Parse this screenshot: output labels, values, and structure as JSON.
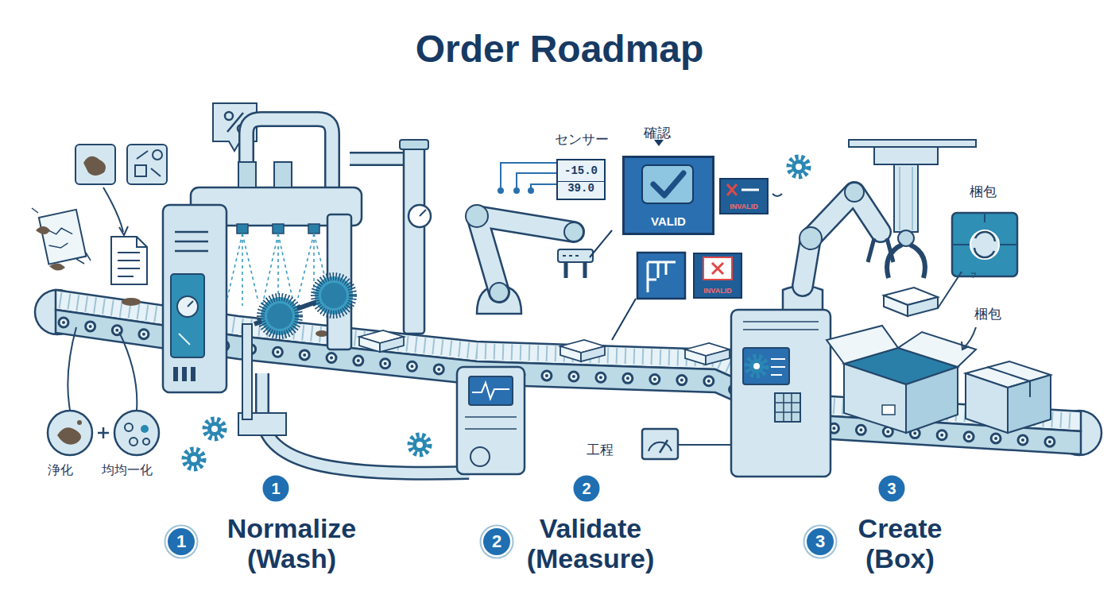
{
  "diagram": {
    "title": "Order Roadmap",
    "nodes": [
      {
        "text": [
          "-15.0",
          "39.0"
        ]
      },
      {
        "text": [
          "VALID"
        ]
      },
      {
        "text": [
          "INVALID"
        ]
      },
      {
        "text": [
          "INVALID"
        ]
      },
      {
        "text": [
          "1"
        ]
      },
      {
        "text": [
          "2"
        ]
      },
      {
        "text": [
          "3"
        ]
      },
      {
        "text": [
          "1"
        ]
      },
      {
        "text": [
          "2"
        ]
      },
      {
        "text": [
          "3"
        ]
      }
    ],
    "labels": [
      "センサー",
      "確認",
      "梱包",
      "梱包",
      "浄化",
      "均均一化",
      "工程",
      "Normalize (Wash)",
      "Validate (Measure)",
      "Create (Box)"
    ]
  }
}
